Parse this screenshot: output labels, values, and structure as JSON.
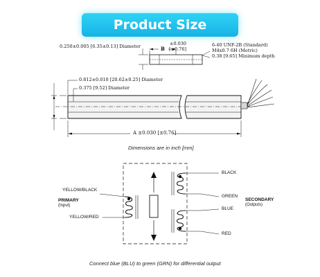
{
  "banner": {
    "title": "Product Size"
  },
  "dimensions": {
    "small_diameter": "0.250±0.005 [6.35±0.13] Diameter",
    "b_label": "B",
    "b_tolerance_1": "±0.030",
    "b_tolerance_2": "[±0.76]",
    "thread_1": "6-40 UNF-2B (Standard)",
    "thread_2": "M4x0.7 6H (Metric)",
    "thread_3": "0.38 [9.65] Minimum depth",
    "body_diameter": "0.812±0.010 [20.62±0.25] Diameter",
    "inner_diameter": "0.375 [9.52] Diameter",
    "a_label": "A ±0.030 [±0.76]",
    "caption": "Dimensions are in inch [mm]"
  },
  "wiring": {
    "primary": "PRIMARY",
    "primary_sub": "(Input)",
    "yellow_black": "YELLOW/BLACK",
    "yellow_red": "YELLOW/RED",
    "black": "BLACK",
    "green": "GREEN",
    "blue": "BLUE",
    "red": "RED",
    "secondary": "SECONDARY",
    "secondary_sub": "(Outputs)",
    "caption": "Connect blue (BLU) to green (GRN) for differential output"
  },
  "colors": {
    "banner": "#1fbdec",
    "line": "#111111"
  }
}
